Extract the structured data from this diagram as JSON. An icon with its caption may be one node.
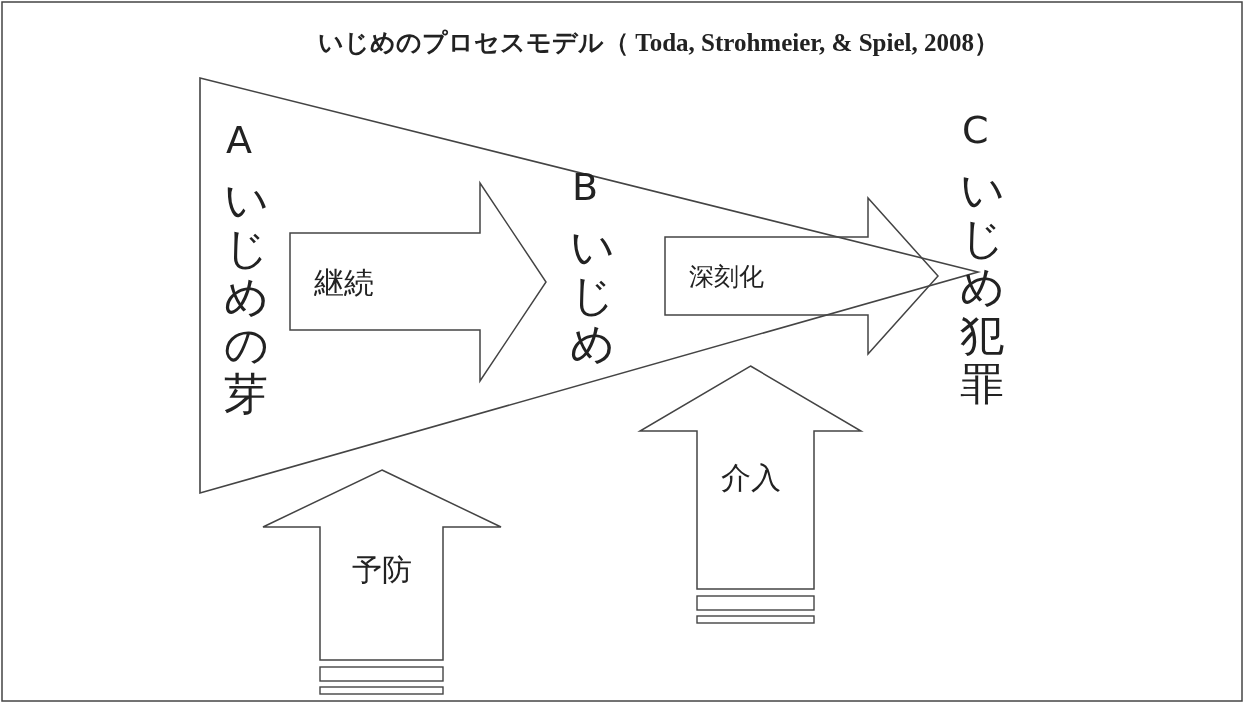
{
  "diagram": {
    "title": "いじめのプロセスモデル（ Toda, Strohmeier, & Spiel, 2008）",
    "nodes": [
      {
        "text": [
          "A",
          "いじめの芽"
        ]
      },
      {
        "text": [
          "継続"
        ]
      },
      {
        "text": [
          "B",
          "いじめ"
        ]
      },
      {
        "text": [
          "深刻化"
        ]
      },
      {
        "text": [
          "C",
          "いじめ犯罪"
        ]
      },
      {
        "text": [
          "予防"
        ]
      },
      {
        "text": [
          "介入"
        ]
      }
    ]
  }
}
